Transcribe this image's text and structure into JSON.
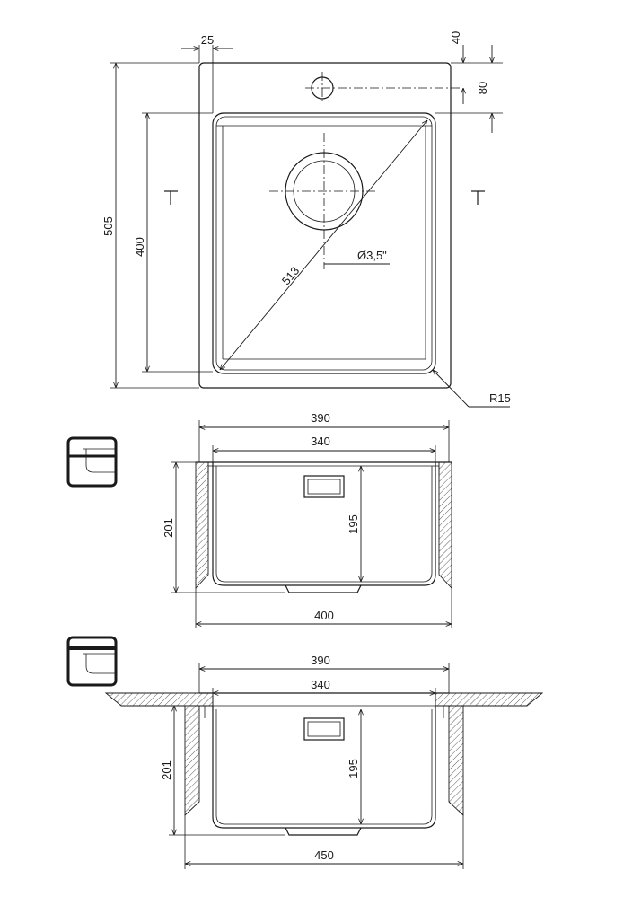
{
  "top_view": {
    "dim_flange_offset": "25",
    "dim_tap_offset": "40",
    "dim_tap_to_bowl": "80",
    "dim_total_length": "505",
    "dim_bowl_length": "400",
    "dim_diagonal": "513",
    "dim_waste": "Ø3,5\"",
    "dim_radius": "R15"
  },
  "section_undermount": {
    "dim_outer_width": "390",
    "dim_bowl_width": "340",
    "dim_total_depth": "201",
    "dim_bowl_depth": "195",
    "dim_cutout": "400"
  },
  "section_flush": {
    "dim_outer_width": "390",
    "dim_bowl_width": "340",
    "dim_total_depth": "201",
    "dim_bowl_depth": "195",
    "dim_cutout": "450"
  },
  "icons": [
    "undermount-install-icon",
    "flush-install-icon"
  ]
}
